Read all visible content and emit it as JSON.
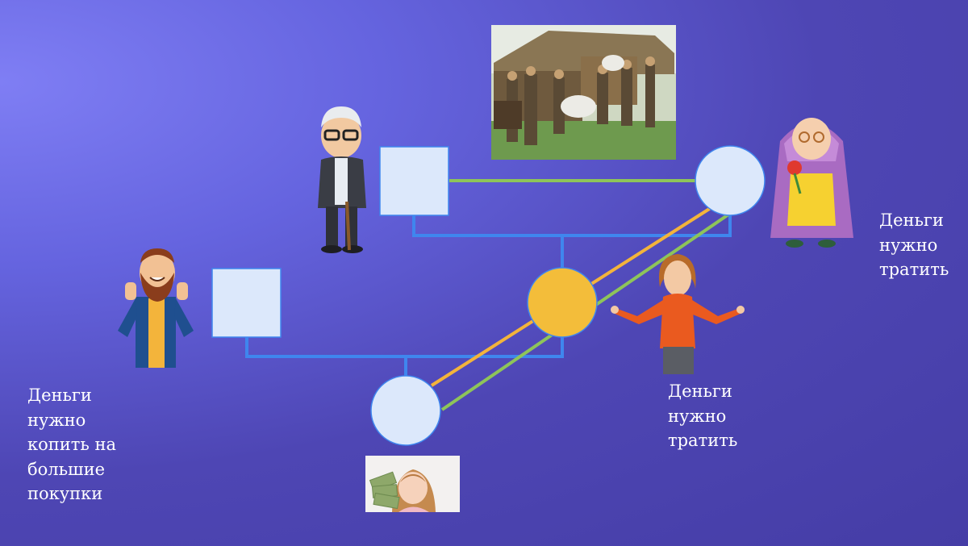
{
  "labels": {
    "left_person": "Деньги\nнужно\nкопить на\nбольшие\nпокупки",
    "middle_person": "Деньги\nнужно\nтратить",
    "right_person": "Деньги\nнужно\nтратить"
  },
  "colors": {
    "node_fill": "#dce8fb",
    "node_highlight": "#f3bd3a",
    "line_family": "#3f86ee",
    "line_orange": "#f3b43b",
    "line_green": "#8ec45a"
  },
  "images": {
    "painting_icon": "village-painting-scene",
    "grandfather_icon": "grandfather-cartoon",
    "grandmother_icon": "grandmother-cartoon",
    "bearded_man_icon": "bearded-man-thumbs-up",
    "woman_icon": "woman-shrugging",
    "girl_icon": "girl-with-money"
  }
}
